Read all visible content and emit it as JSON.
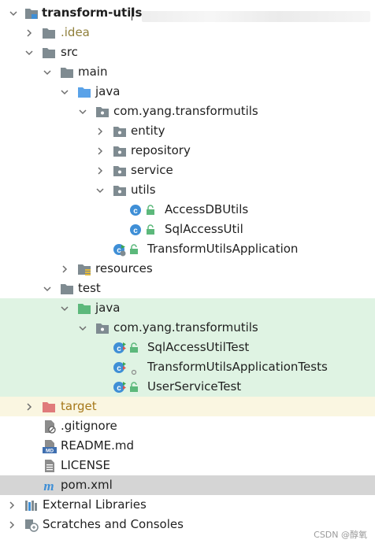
{
  "tree": {
    "root": "transform-utils",
    "idea": ".idea",
    "src": "src",
    "main": "main",
    "main_java": "java",
    "main_pkg": "com.yang.transformutils",
    "entity": "entity",
    "repository": "repository",
    "service": "service",
    "utils": "utils",
    "access_db_utils": "AccessDBUtils",
    "sql_access_util": "SqlAccessUtil",
    "app_class": "TransformUtilsApplication",
    "resources": "resources",
    "test": "test",
    "test_java": "java",
    "test_pkg": "com.yang.transformutils",
    "sql_access_util_test": "SqlAccessUtilTest",
    "app_tests": "TransformUtilsApplicationTests",
    "user_service_test": "UserServiceTest",
    "target": "target",
    "gitignore": ".gitignore",
    "readme": "README.md",
    "license": "LICENSE",
    "pom": "pom.xml",
    "external_libraries": "External Libraries",
    "scratches": "Scratches and Consoles"
  },
  "watermark": "CSDN @醇氧",
  "colors": {
    "test_background": "#dff3e3",
    "target_background": "#faf6e1",
    "selected_background": "#d5d5d5",
    "folder": "#7f8b91",
    "source_folder": "#5aa2e8",
    "test_folder": "#5cb87b",
    "excluded_folder": "#e07b7b",
    "class_icon": "#3f8fd6"
  }
}
